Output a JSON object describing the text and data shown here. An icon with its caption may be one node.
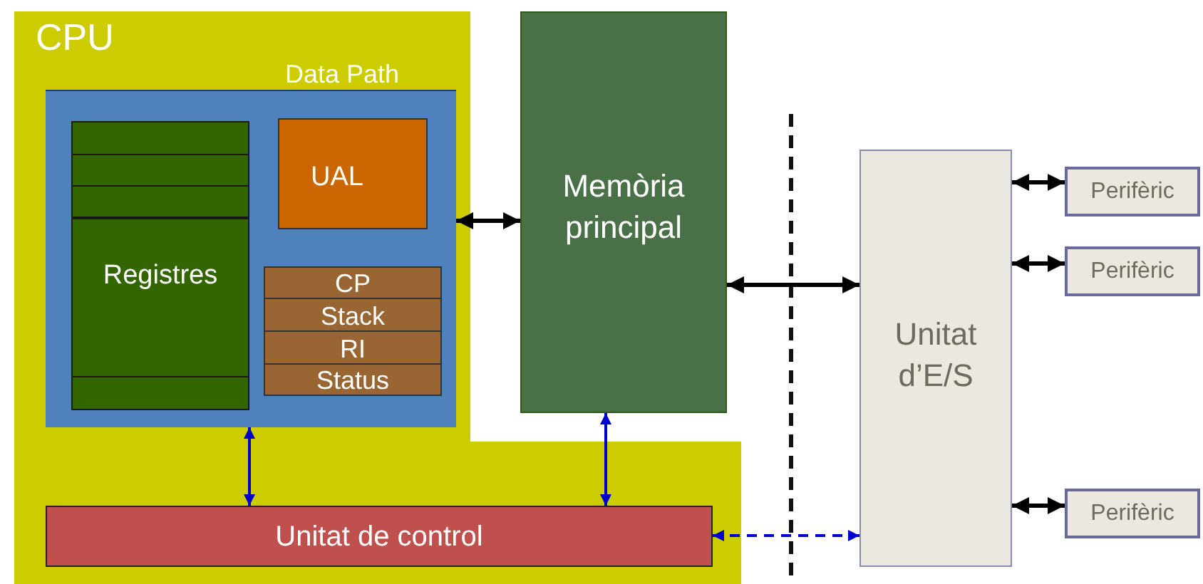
{
  "diagram": {
    "nodes": [
      {
        "text": [
          "CPU"
        ]
      },
      {
        "text": [
          "Data Path"
        ],
        "in": 0
      },
      {
        "text": [
          "Registres"
        ],
        "in": 1
      },
      {
        "text": [
          "UAL"
        ],
        "in": 1
      },
      {
        "text": [
          "CP"
        ],
        "in": 1
      },
      {
        "text": [
          "Stack"
        ],
        "in": 1
      },
      {
        "text": [
          "RI"
        ],
        "in": 1
      },
      {
        "text": [
          "Status"
        ],
        "in": 1
      },
      {
        "text": [
          "Memòria principal"
        ]
      },
      {
        "text": [
          "Unitat de control"
        ],
        "in": 0
      },
      {
        "text": [
          "Unitat d’E/S"
        ]
      },
      {
        "text": [
          "Perifèric"
        ]
      },
      {
        "text": [
          "Perifèric"
        ]
      },
      {
        "text": [
          "Perifèric"
        ]
      }
    ],
    "edges": [
      {
        "from": 1,
        "to": 8,
        "arrow": "both"
      },
      {
        "from": 8,
        "to": 10,
        "arrow": "both"
      },
      {
        "from": 1,
        "to": 9,
        "arrow": "both",
        "color": "#0000cc"
      },
      {
        "from": 8,
        "to": 9,
        "arrow": "both",
        "color": "#0000cc"
      },
      {
        "from": 9,
        "to": 10,
        "arrow": "both",
        "style": "dashed",
        "color": "#0000cc"
      },
      {
        "from": 10,
        "to": 11,
        "arrow": "both"
      },
      {
        "from": 10,
        "to": 12,
        "arrow": "both"
      },
      {
        "from": 10,
        "to": 13,
        "arrow": "both"
      }
    ]
  }
}
